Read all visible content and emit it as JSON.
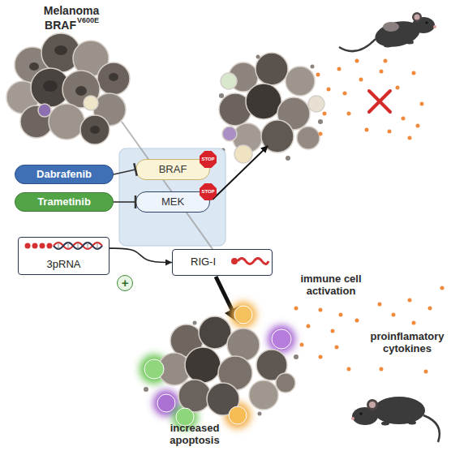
{
  "diagram": {
    "nodes": [
      {
        "text": [
          "Dabrafenib"
        ]
      },
      {
        "text": [
          "Trametinib"
        ]
      },
      {
        "text": [
          "BRAF"
        ]
      },
      {
        "text": [
          "MEK"
        ]
      },
      {
        "text": [
          "3pRNA"
        ]
      },
      {
        "text": [
          "RIG-I"
        ]
      }
    ],
    "edges": [
      {
        "from": 0,
        "to": 2,
        "arrow": "to"
      },
      {
        "from": 1,
        "to": 3,
        "arrow": "to"
      },
      {
        "from": 4,
        "to": 5,
        "label": "+",
        "arrow": "to"
      }
    ],
    "labels": [
      "Melanoma",
      "BRAF",
      "V600E",
      "STOP",
      "STOP",
      "immune cell activation",
      "proinflamatory cytokines",
      "increased apoptosis"
    ]
  }
}
